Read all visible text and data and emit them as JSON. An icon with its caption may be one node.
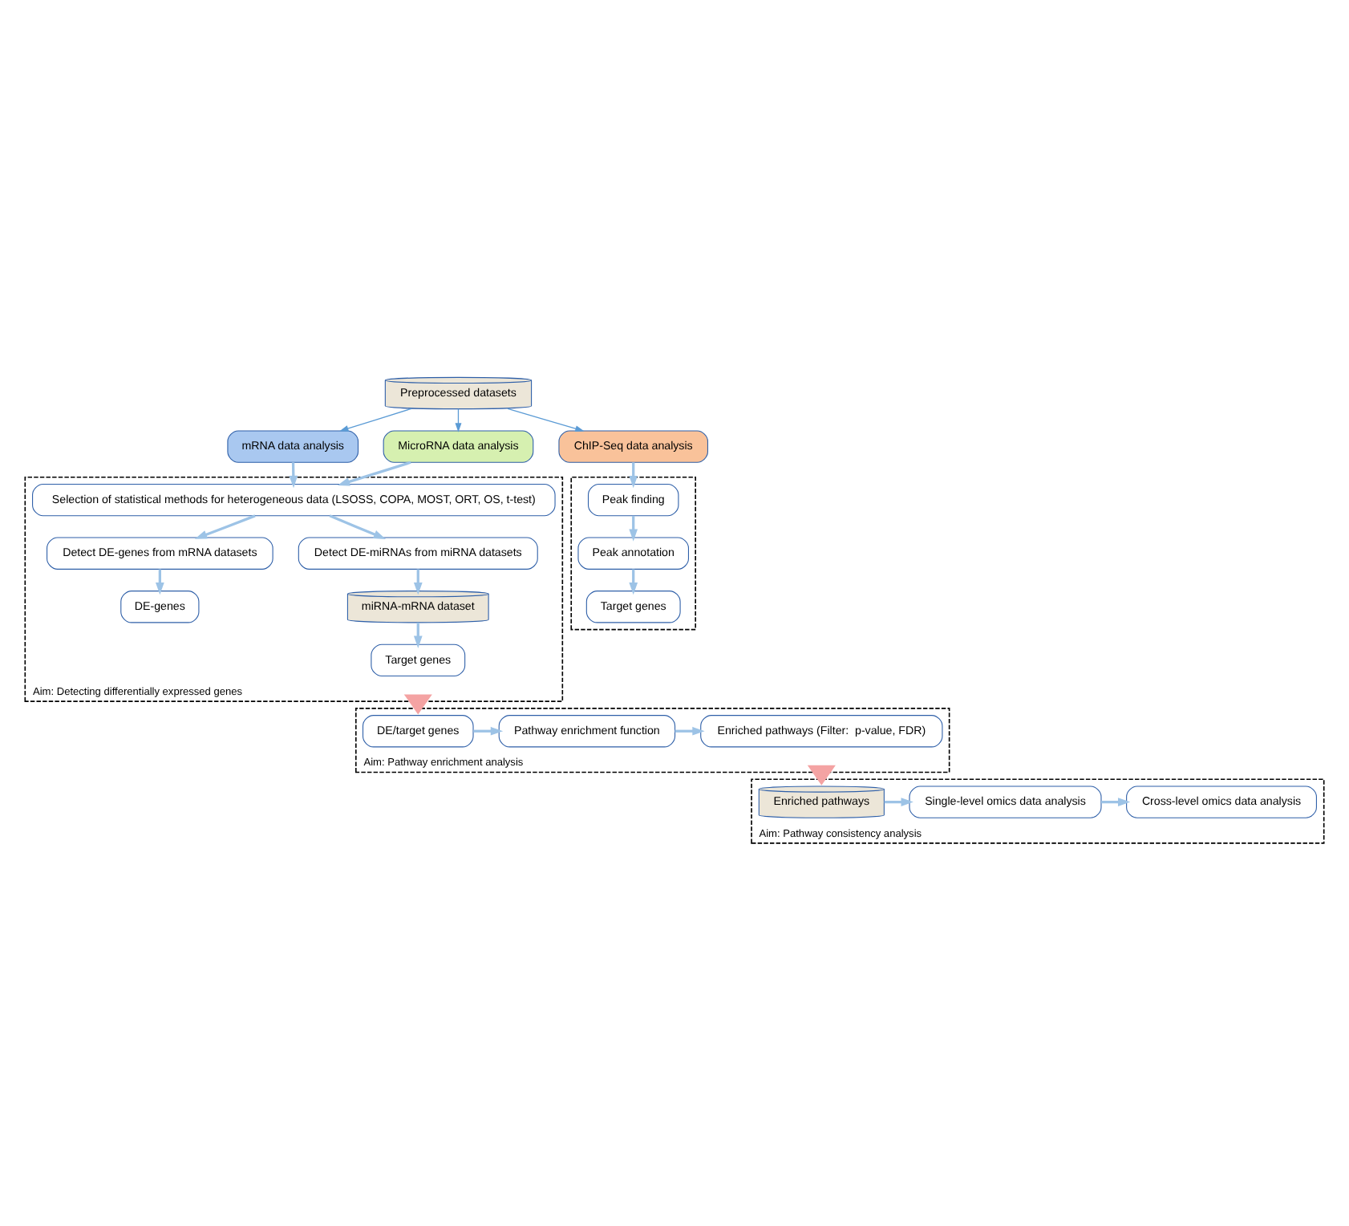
{
  "diagram": {
    "nodes": [
      {
        "text": [
          "Preprocessed datasets"
        ]
      },
      {
        "text": [
          "mRNA data analysis"
        ]
      },
      {
        "text": [
          "MicroRNA data analysis"
        ]
      },
      {
        "text": [
          "ChIP-Seq data analysis"
        ]
      },
      {
        "text": [
          "Aim: Detecting differentially expressed genes"
        ]
      },
      {
        "text": [
          "Selection of statistical methods for heterogeneous data (LSOSS, COPA, MOST, ORT, OS, t-test)"
        ],
        "in": 4
      },
      {
        "text": [
          "Detect DE-genes from mRNA datasets"
        ],
        "in": 4
      },
      {
        "text": [
          "Detect DE-miRNAs from miRNA datasets"
        ],
        "in": 4
      },
      {
        "text": [
          "DE-genes"
        ],
        "in": 4
      },
      {
        "text": [
          "miRNA-mRNA dataset"
        ],
        "in": 4
      },
      {
        "text": [
          "Target genes"
        ],
        "in": 4
      },
      {
        "text": [],
        "shape": "box"
      },
      {
        "text": [
          "Peak finding"
        ],
        "in": 11
      },
      {
        "text": [
          "Peak annotation"
        ],
        "in": 11
      },
      {
        "text": [
          "Target genes"
        ],
        "in": 11
      },
      {
        "text": [
          "Aim: Pathway enrichment analysis"
        ]
      },
      {
        "text": [
          "DE/target genes"
        ],
        "in": 15
      },
      {
        "text": [
          "Pathway enrichment function"
        ],
        "in": 15
      },
      {
        "text": [
          "Enriched pathways (Filter:  p-value, FDR)"
        ],
        "in": 15
      },
      {
        "text": [
          "Aim: Pathway consistency analysis"
        ]
      },
      {
        "text": [
          "Enriched pathways"
        ],
        "in": 19
      },
      {
        "text": [
          "Single-level omics data analysis"
        ],
        "in": 19
      },
      {
        "text": [
          "Cross-level omics data analysis"
        ],
        "in": 19
      }
    ],
    "edges": [
      {
        "from": 0,
        "to": 1,
        "arrow": "to",
        "color": "#5b9bd5"
      },
      {
        "from": 0,
        "to": 2,
        "arrow": "to",
        "color": "#5b9bd5"
      },
      {
        "from": 0,
        "to": 3,
        "arrow": "to",
        "color": "#5b9bd5"
      },
      {
        "from": 1,
        "to": 5,
        "arrow": "to"
      },
      {
        "from": 2,
        "to": 5,
        "arrow": "to"
      },
      {
        "from": 3,
        "to": 12,
        "arrow": "to"
      },
      {
        "from": 5,
        "to": 6,
        "arrow": "to"
      },
      {
        "from": 5,
        "to": 7,
        "arrow": "to"
      },
      {
        "from": 6,
        "to": 8,
        "arrow": "to"
      },
      {
        "from": 7,
        "to": 9,
        "arrow": "to"
      },
      {
        "from": 9,
        "to": 10,
        "arrow": "to"
      },
      {
        "from": 12,
        "to": 13,
        "arrow": "to"
      },
      {
        "from": 13,
        "to": 14,
        "arrow": "to"
      },
      {
        "from": 4,
        "to": 15,
        "arrow": "to",
        "style": "thick",
        "color": "#f4a3a3"
      },
      {
        "from": 15,
        "to": 19,
        "arrow": "to",
        "style": "thick",
        "color": "#f4a3a3"
      },
      {
        "from": 16,
        "to": 17,
        "arrow": "to"
      },
      {
        "from": 17,
        "to": 18,
        "arrow": "to"
      },
      {
        "from": 20,
        "to": 21,
        "arrow": "to"
      },
      {
        "from": 21,
        "to": 22,
        "arrow": "to"
      }
    ]
  }
}
